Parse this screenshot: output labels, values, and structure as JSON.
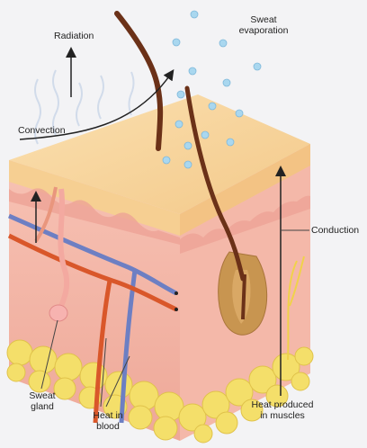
{
  "labels": {
    "radiation": "Radiation",
    "sweat_evaporation": "Sweat\nevaporation",
    "convection": "Convection",
    "conduction": "Conduction",
    "sweat_gland": "Sweat\ngland",
    "heat_in_blood": "Heat in\nblood",
    "heat_produced_in_muscles": "Heat produced\nin muscles"
  },
  "colors": {
    "epidermis": "#f6cf92",
    "dermis": "#f2b3a6",
    "subcutaneous_fat": "#f4df6a",
    "artery": "#d9572a",
    "vein": "#6d7fc3",
    "hair": "#6b3118",
    "sweat_droplet": "#a9d7ef",
    "gland": "#c89550"
  }
}
